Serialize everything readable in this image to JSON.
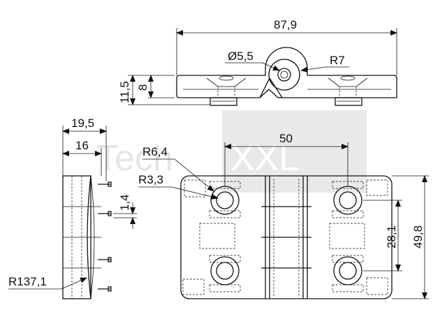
{
  "watermark": {
    "text_part1": "Tech",
    "text_part2": "XXL"
  },
  "top_view": {
    "overall_length": "87,9",
    "pin_diameter": "Ø5,5",
    "knuckle_radius": "R7",
    "total_height": "11,5",
    "leaf_thickness": "8"
  },
  "side_view": {
    "overall_width": "19,5",
    "leaf_width": "16",
    "pin_length": "1,4",
    "curve_radius": "R137,1"
  },
  "front_view": {
    "hole_spacing_horizontal": "50",
    "counterbore_radius": "R6,4",
    "hole_radius": "R3,3",
    "hole_spacing_vertical": "28,1",
    "overall_height": "49,8"
  }
}
